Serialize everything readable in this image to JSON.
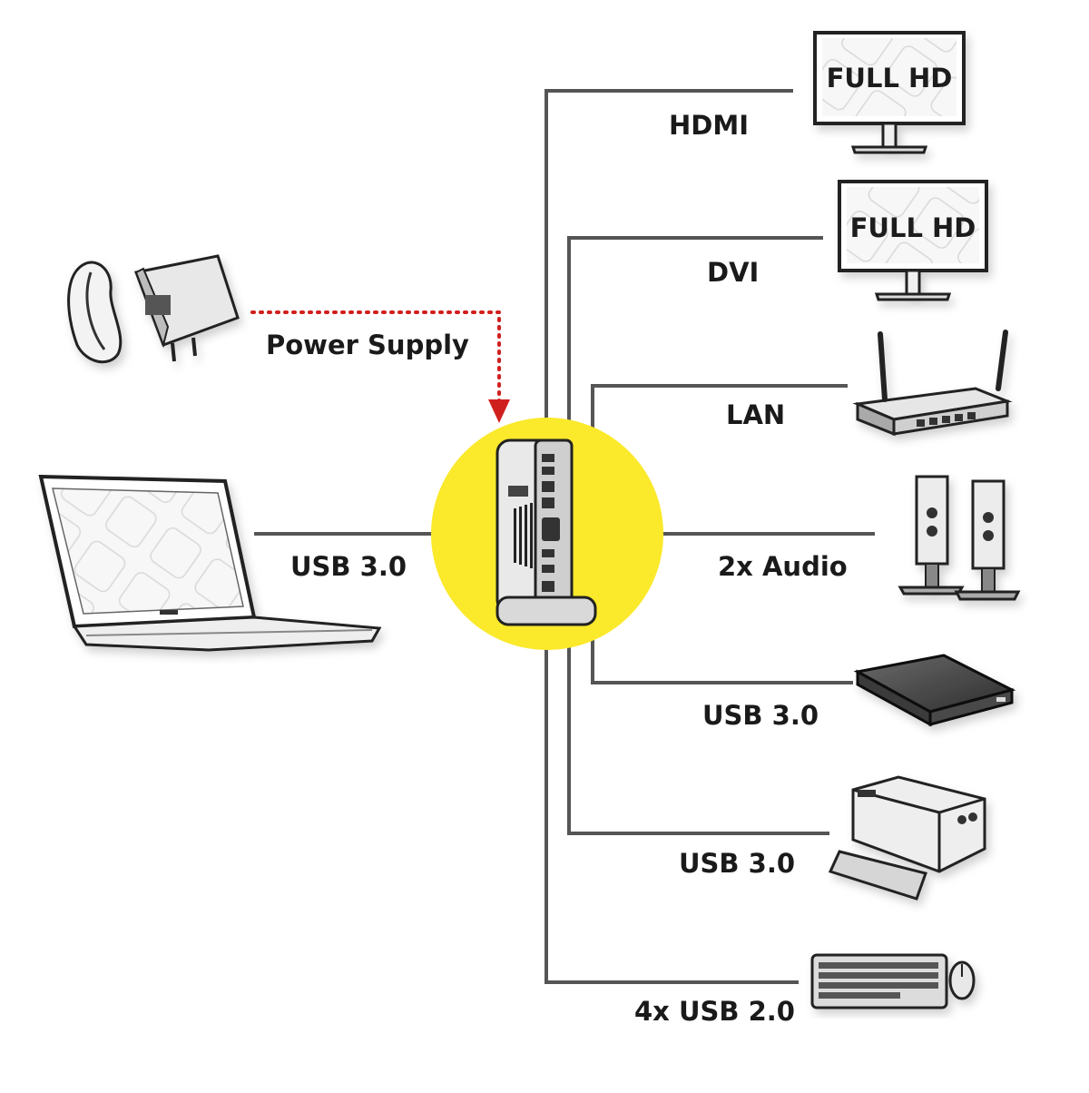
{
  "diagram": {
    "hub_color": "#fbe92b",
    "line_color": "#555555",
    "power_arrow_color": "#d0201e",
    "labels": {
      "hdmi": "HDMI",
      "dvi": "DVI",
      "lan": "LAN",
      "audio": "2x Audio",
      "usb30_drive": "USB 3.0",
      "usb30_printer": "USB 3.0",
      "usb20": "4x USB 2.0",
      "usb30_laptop": "USB 3.0",
      "power": "Power Supply"
    },
    "monitor_text_1": "FULL HD",
    "monitor_text_2": "FULL HD",
    "icons": [
      "power-adapter-icon",
      "laptop-icon",
      "docking-station-icon",
      "monitor-icon",
      "router-icon",
      "speakers-icon",
      "hard-drive-icon",
      "printer-icon",
      "keyboard-mouse-icon"
    ]
  }
}
